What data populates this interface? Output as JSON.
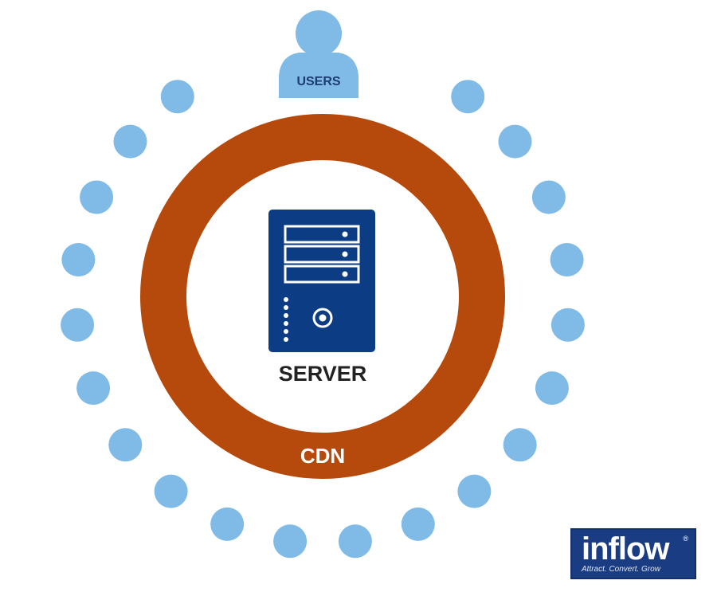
{
  "colors": {
    "node": "#7fbbe6",
    "cdn_ring": "#b54a0c",
    "server_body": "#0c3c84",
    "server_detail": "#ffffff",
    "label_dark": "#222222",
    "label_light": "#ffffff",
    "users_label": "#1a3d6e",
    "logo_bg": "#1a3c82"
  },
  "diagram": {
    "users_label": "USERS",
    "server_label": "SERVER",
    "cdn_label": "CDN",
    "users_icon": "user-icon",
    "server_icon": "server-tower-icon",
    "edge_node_count": 20
  },
  "logo": {
    "wordmark": "inflow",
    "registered": "®",
    "tagline": "Attract. Convert. Grow"
  }
}
